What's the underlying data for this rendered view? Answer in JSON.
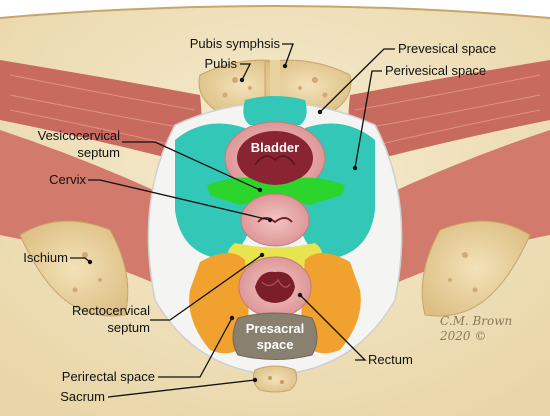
{
  "labels": {
    "pubis_symphsis": "Pubis symphsis",
    "pubis": "Pubis",
    "prevesical_space": "Prevesical space",
    "perivesical_space": "Perivesical space",
    "vesicocervical_septum_1": "Vesicocervical",
    "vesicocervical_septum_2": "septum",
    "cervix": "Cervix",
    "ischium": "Ischium",
    "bladder": "Bladder",
    "rectocervical_septum_1": "Rectocervical",
    "rectocervical_septum_2": "septum",
    "perirectal_space": "Perirectal space",
    "presacral_space_1": "Presacral",
    "presacral_space_2": "space",
    "rectum": "Rectum",
    "sacrum": "Sacrum"
  },
  "signature": {
    "name": "C.M. Brown",
    "year": "2020 ©"
  },
  "colors": {
    "background": "#f3e6c4",
    "muscle": "#c96a5e",
    "bone": "#ecd4a0",
    "teal": "#33c7b8",
    "green": "#2bd52b",
    "yellow": "#e8e44f",
    "orange": "#f0a12e",
    "gray": "#8a8070",
    "organ_pink": "#e6a0a0",
    "organ_dark": "#7a1f2a"
  }
}
